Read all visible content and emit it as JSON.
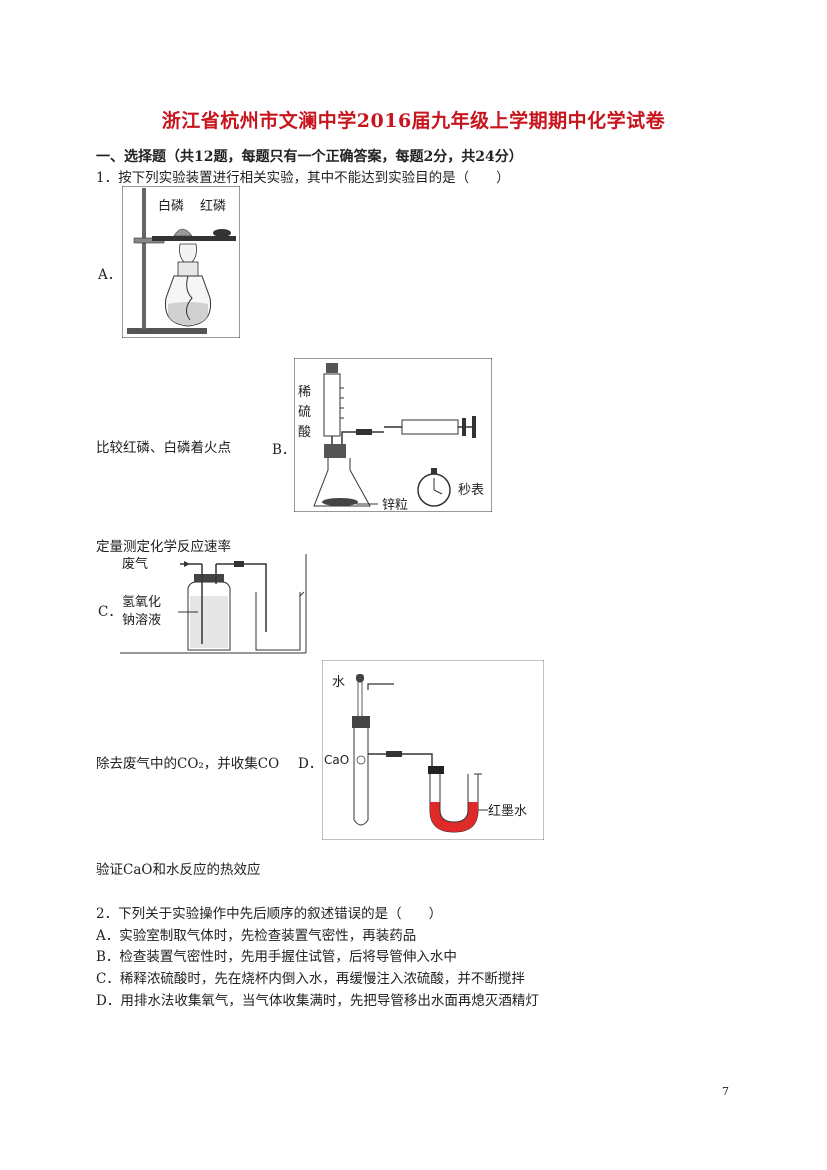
{
  "header": {
    "title": "浙江省杭州市文澜中学2016届九年级上学期期中化学试卷"
  },
  "section": {
    "heading": "一、选择题（共12题，每题只有一个正确答案，每题2分，共24分）"
  },
  "q1": {
    "stem": "1．按下列实验装置进行相关实验，其中不能达到实验目的是（　　）",
    "options": [
      {
        "letter": "A．",
        "caption": "比较红磷、白磷着火点",
        "labels": [
          "白磷",
          "红磷"
        ]
      },
      {
        "letter": "B．",
        "caption": "定量测定化学反应速率",
        "labels": [
          "稀",
          "硫",
          "酸",
          "锌粒",
          "秒表"
        ]
      },
      {
        "letter": "C．",
        "caption": "除去废气中的CO₂，并收集CO",
        "labels": [
          "废气",
          "氢氧化",
          "钠溶液"
        ]
      },
      {
        "letter": "D．",
        "caption": "验证CaO和水反应的热效应",
        "labels": [
          "水",
          "CaO",
          "红墨水"
        ]
      }
    ]
  },
  "q2": {
    "stem": "2．下列关于实验操作中先后顺序的叙述错误的是（　　）",
    "options": [
      "A．实验室制取气体时，先检查装置气密性，再装药品",
      "B．检查装置气密性时，先用手握住试管，后将导管伸入水中",
      "C．稀释浓硫酸时，先在烧杯内倒入水，再缓慢注入浓硫酸，并不断搅拌",
      "D．用排水法收集氧气，当气体收集满时，先把导管移出水面再熄灭酒精灯"
    ]
  },
  "footer": {
    "page_number": "7"
  },
  "colors": {
    "title": "#c8141c",
    "red_ink": "#e02a2a"
  }
}
